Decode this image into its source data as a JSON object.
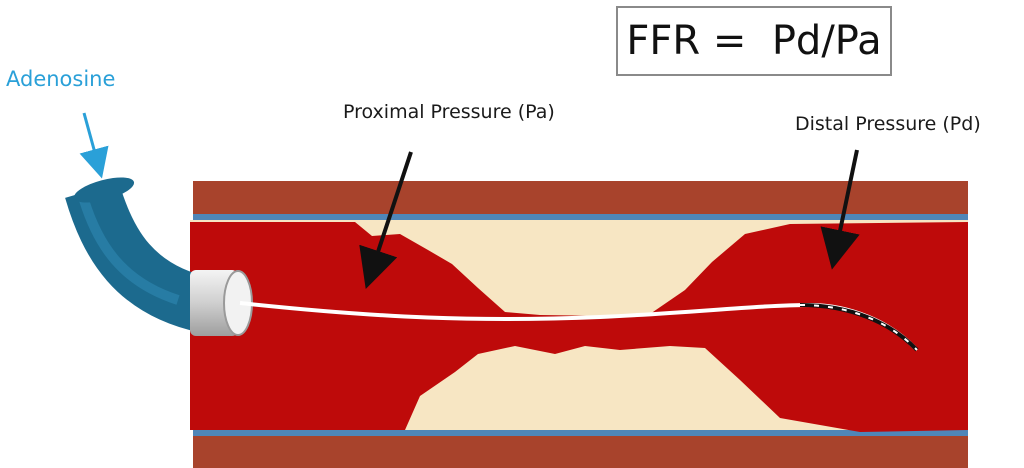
{
  "formula": {
    "text": "FFR =  Pd/Pa"
  },
  "labels": {
    "adenosine": "Adenosine",
    "proximal_pressure": "Proximal Pressure (Pa)",
    "distal_pressure": "Distal Pressure (Pd)"
  },
  "colors": {
    "vessel_wall": "#a8432c",
    "wall_lining": "#4f86b8",
    "blood": "#be0a0a",
    "plaque": "#f7e6c3",
    "catheter": "#1c6a8e",
    "catheter_tip": "#d8d8d8",
    "guidewire": "#ffffff",
    "pressure_sensor": "#111111",
    "adenosine_arrow": "#2aa0d8",
    "label_arrow": "#111111"
  }
}
